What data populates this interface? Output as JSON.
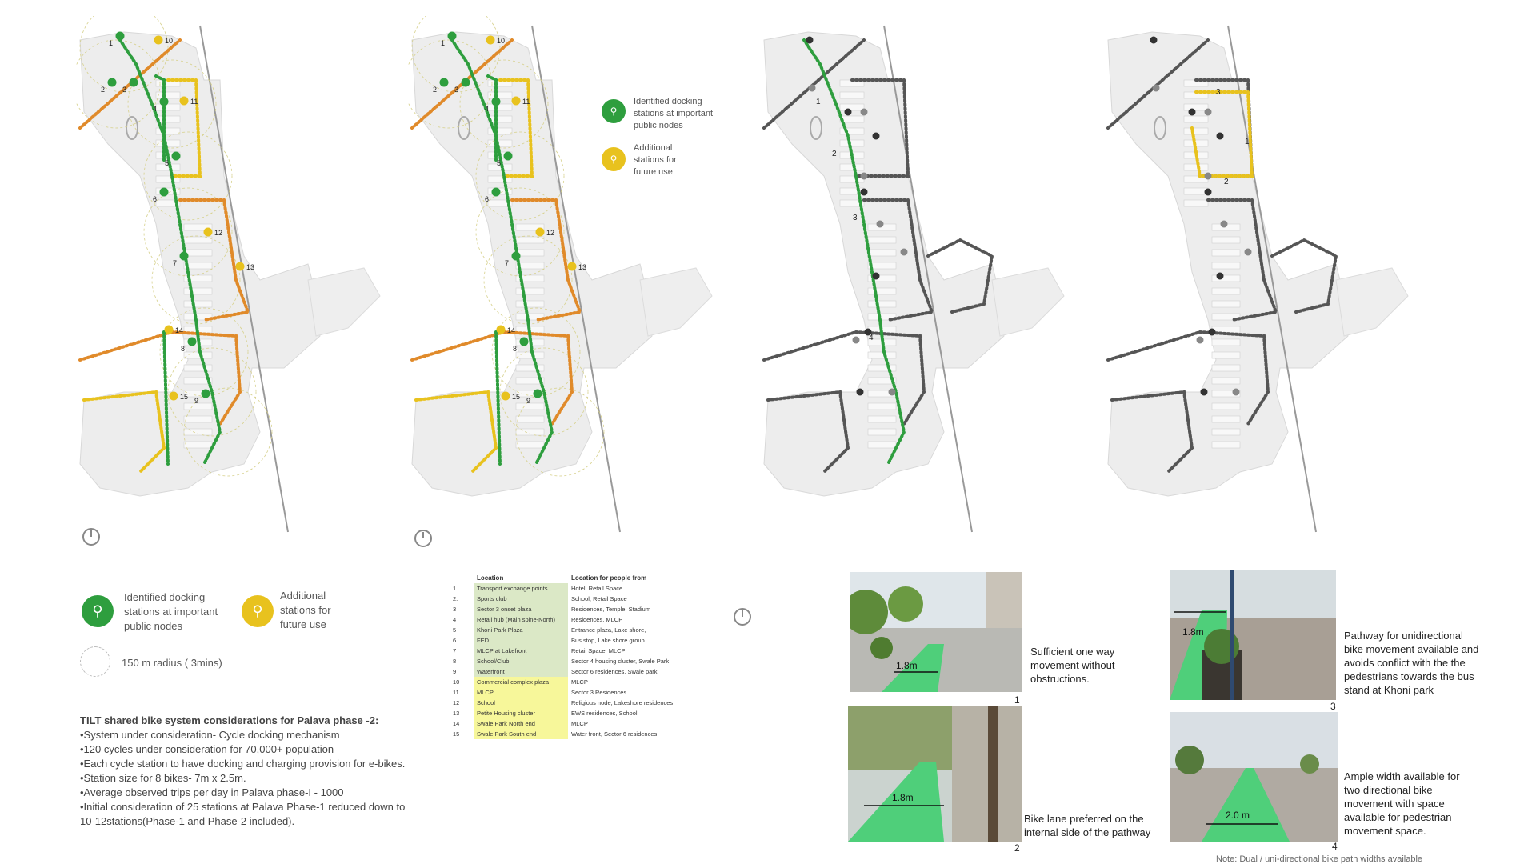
{
  "map_panels": [
    {
      "id": "panel-1",
      "labels": [
        "1",
        "2",
        "3",
        "4",
        "5",
        "6",
        "7",
        "8",
        "9",
        "10",
        "11",
        "12",
        "13",
        "14",
        "15"
      ]
    },
    {
      "id": "panel-2",
      "labels": [
        "1",
        "2",
        "3",
        "4",
        "5",
        "6",
        "7",
        "8",
        "9",
        "10",
        "11",
        "12",
        "13",
        "14",
        "15"
      ]
    },
    {
      "id": "panel-3",
      "labels": [
        "1",
        "2",
        "3",
        "4"
      ]
    },
    {
      "id": "panel-4",
      "labels": [
        "1",
        "2",
        "3"
      ]
    }
  ],
  "panel2_legend": {
    "identified": "Identified docking stations at important public nodes",
    "additional": "Additional stations for future use"
  },
  "legend": {
    "identified": "Identified docking stations at important public nodes",
    "additional": "Additional stations for future use",
    "radius": "150 m radius ( 3mins)"
  },
  "notes": {
    "title": "TILT shared bike system considerations for Palava phase -2:",
    "lines": [
      "•System under consideration- Cycle docking  mechanism",
      "•120 cycles under consideration  for 70,000+ population",
      "•Each cycle station to have docking  and charging provision for e-bikes.",
      "•Station size for 8 bikes- 7m x 2.5m.",
      "•Average observed  trips per day in Palava phase-I - 1000",
      "•Initial consideration of 25 stations at Palava Phase-1 reduced down to 10-12stations(Phase-1 and Phase-2 included)."
    ]
  },
  "table": {
    "headers": [
      "",
      "Location",
      "Location for people from"
    ],
    "rows": [
      {
        "n": "1.",
        "loc": "Transport  exchange points",
        "from": "Hotel, Retail Space",
        "type": "green"
      },
      {
        "n": "2.",
        "loc": "Sports club",
        "from": "School, Retail Space",
        "type": "green"
      },
      {
        "n": "3",
        "loc": "Sector 3 onset plaza",
        "from": "Residences, Temple, Stadium",
        "type": "green"
      },
      {
        "n": "4",
        "loc": "Retail hub (Main spine-North)",
        "from": "Residences, MLCP",
        "type": "green"
      },
      {
        "n": "5",
        "loc": "Khoni Park Plaza",
        "from": "Entrance plaza, Lake shore,",
        "type": "green"
      },
      {
        "n": "6",
        "loc": "FED",
        "from": "Bus stop, Lake shore group",
        "type": "green"
      },
      {
        "n": "7",
        "loc": "MLCP at Lakefront",
        "from": "Retail Space, MLCP",
        "type": "green"
      },
      {
        "n": "8",
        "loc": "School/Club",
        "from": "Sector 4 housing cluster, Swale Park",
        "type": "green"
      },
      {
        "n": "9",
        "loc": "Waterfront",
        "from": "Sector 6 residences, Swale park",
        "type": "green"
      },
      {
        "n": "10",
        "loc": "Commercial complex plaza",
        "from": "MLCP",
        "type": "yellow"
      },
      {
        "n": "11",
        "loc": "MLCP",
        "from": "Sector 3 Residences",
        "type": "yellow"
      },
      {
        "n": "12",
        "loc": "School",
        "from": "Religious node, Lakeshore residences",
        "type": "yellow"
      },
      {
        "n": "13",
        "loc": "Petite Housing cluster",
        "from": "EWS residences, School",
        "type": "yellow"
      },
      {
        "n": "14",
        "loc": "Swale Park North end",
        "from": "MLCP",
        "type": "yellow"
      },
      {
        "n": "15",
        "loc": "Swale Park South end",
        "from": "Water front, Sector 6 residences",
        "type": "yellow"
      }
    ]
  },
  "photos": [
    {
      "id": "1",
      "width_label": "1.8m",
      "caption": "Sufficient one way movement without obstructions."
    },
    {
      "id": "2",
      "width_label": "1.8m",
      "caption": "Bike lane preferred on the internal side of the pathway"
    },
    {
      "id": "3",
      "width_label": "1.8m",
      "caption": "Pathway for unidirectional bike movement available and avoids conflict with the the pedestrians towards the bus stand at Khoni park"
    },
    {
      "id": "4",
      "width_label": "2.0 m",
      "caption": "Ample width available for two directional bike movement with space available for pedestrian movement space."
    }
  ],
  "footnote": "Note: Dual / uni-directional bike path widths available",
  "colors": {
    "green": "#2e9e3e",
    "yellow": "#e8c21e",
    "orange": "#e08a2a",
    "grey": "#555555",
    "table_green": "#dbe8c6",
    "table_yellow": "#f7f79a"
  }
}
